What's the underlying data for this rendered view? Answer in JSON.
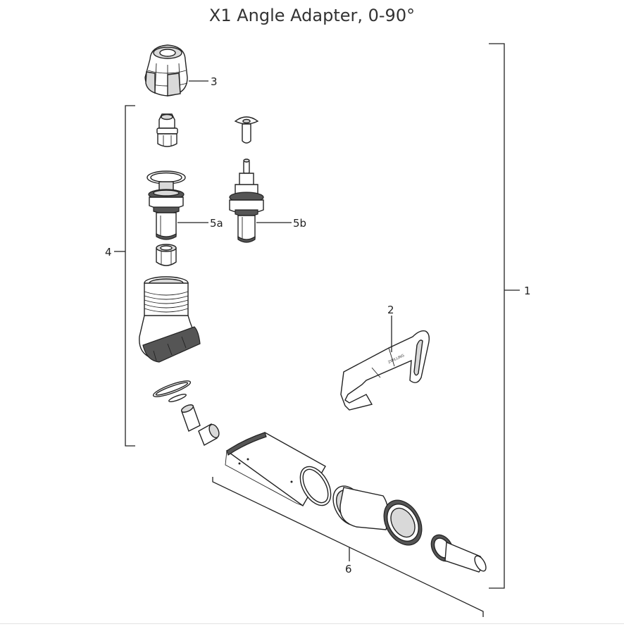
{
  "title": "X1 Angle Adapter, 0-90°",
  "callouts": {
    "c1": "1",
    "c2": "2",
    "c3": "3",
    "c4": "4",
    "c5a": "5a",
    "c5b": "5b",
    "c6": "6"
  },
  "tool_marking": "ZWILLING"
}
